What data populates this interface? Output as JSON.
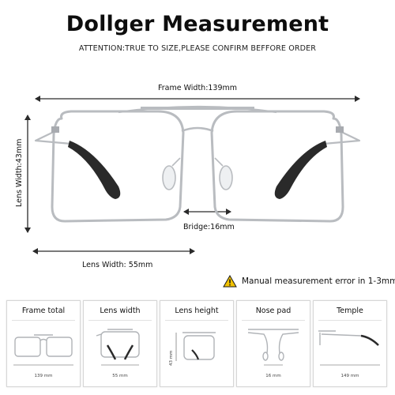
{
  "header": {
    "title": "Dollger Measurement",
    "subtitle": "ATTENTION:TRUE TO SIZE,PLEASE CONFIRM BEFFORE ORDER"
  },
  "measurements": {
    "frame_width": "Frame Width:139mm",
    "lens_width_vertical": "Lens Width:43mm",
    "bridge": "Bridge:16mm",
    "lens_width": "Lens Width: 55mm"
  },
  "warning": {
    "icon": "warning-triangle-icon",
    "text": "Manual measurement error in 1-3mm"
  },
  "cards": [
    {
      "title": "Frame total",
      "dim": "139 mm"
    },
    {
      "title": "Lens width",
      "dim": "55 mm"
    },
    {
      "title": "Lens height",
      "dim": "43 mm"
    },
    {
      "title": "Nose pad",
      "dim": "16 mm"
    },
    {
      "title": "Temple",
      "dim": "149 mm"
    }
  ],
  "colors": {
    "frame": "#b9bcc0",
    "frame_dark": "#8e9296",
    "temple_tip": "#2a2a2a",
    "warning": "#f2c200"
  }
}
